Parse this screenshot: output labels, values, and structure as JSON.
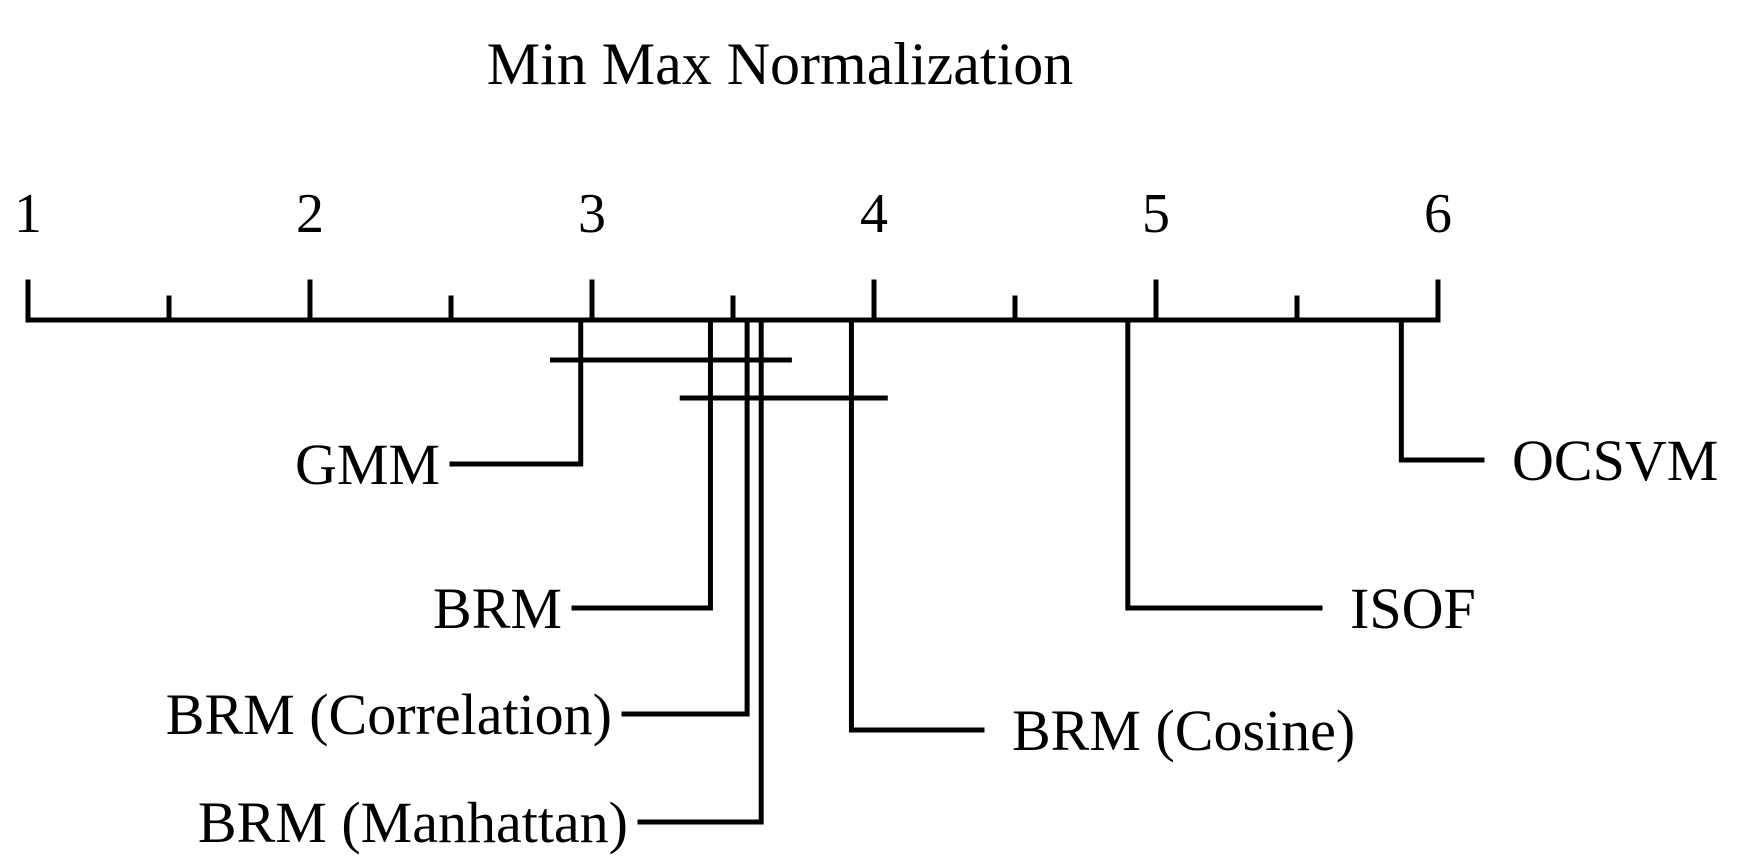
{
  "chart_data": {
    "type": "critical-difference-diagram",
    "title": "Min Max Normalization",
    "axis": {
      "range": [
        1,
        6
      ],
      "major_ticks": [
        1,
        2,
        3,
        4,
        5,
        6
      ],
      "tick_labels": [
        "1",
        "2",
        "3",
        "4",
        "5",
        "6"
      ],
      "minor_ticks": [
        1.5,
        2.5,
        3.5,
        4.5,
        5.5
      ]
    },
    "methods": [
      {
        "name": "GMM",
        "rank": 2.96,
        "side": "left"
      },
      {
        "name": "BRM",
        "rank": 3.42,
        "side": "left"
      },
      {
        "name": "BRM (Correlation)",
        "rank": 3.55,
        "side": "left"
      },
      {
        "name": "BRM (Manhattan)",
        "rank": 3.6,
        "side": "left"
      },
      {
        "name": "BRM (Cosine)",
        "rank": 3.92,
        "side": "right"
      },
      {
        "name": "ISOF",
        "rank": 4.9,
        "side": "right"
      },
      {
        "name": "OCSVM",
        "rank": 5.87,
        "side": "right"
      }
    ],
    "groups": [
      {
        "from_rank": 2.86,
        "to_rank": 3.7
      },
      {
        "from_rank": 3.32,
        "to_rank": 4.04
      }
    ]
  }
}
